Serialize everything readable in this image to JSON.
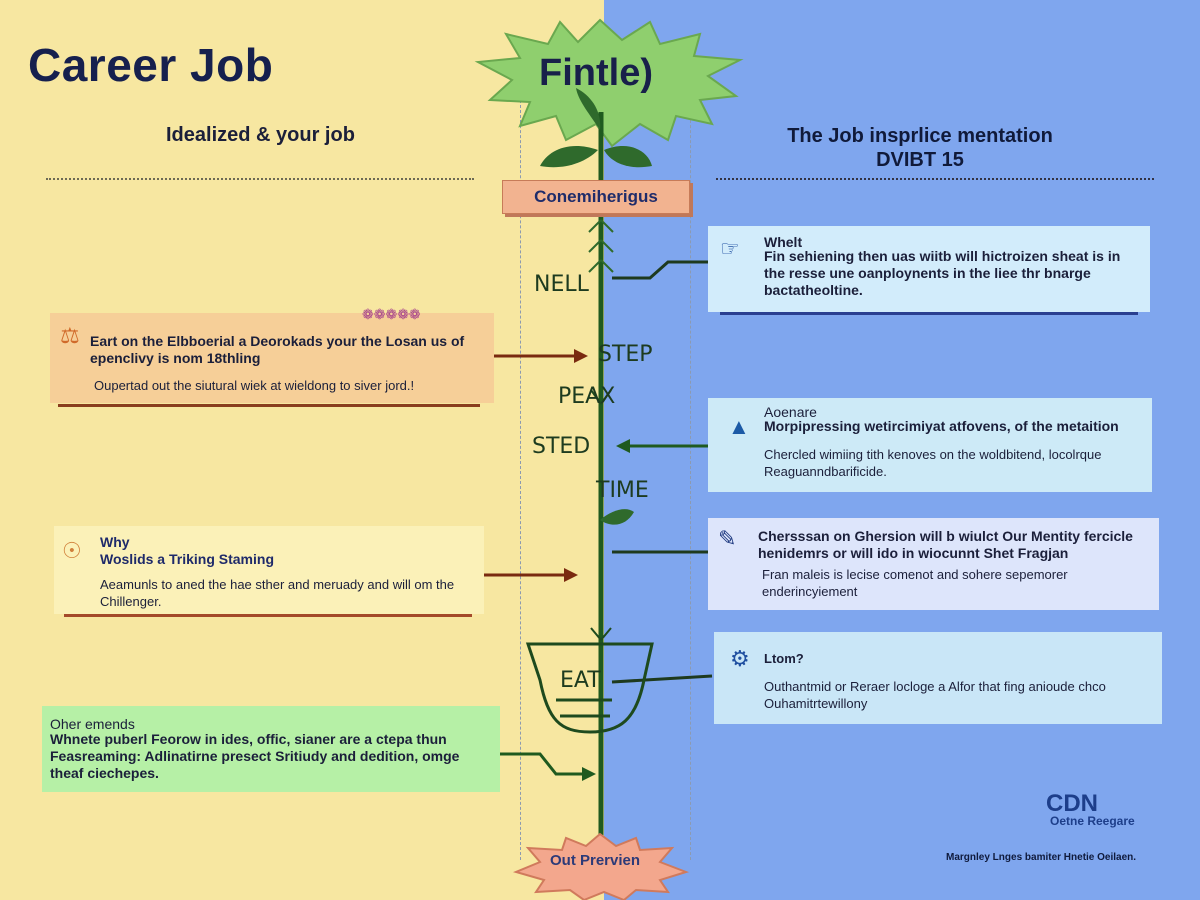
{
  "header": {
    "title": "Career Job",
    "burst_label": "Fintle)",
    "subtitle_left": "Idealized & your job",
    "subtitle_right_line1": "The Job insprlice mentation",
    "subtitle_right_line2": "DVIBT 15",
    "tag": "Conemiherigus"
  },
  "timeline": {
    "words": [
      "NELL",
      "STEP",
      "PEAX",
      "STED",
      "TIME",
      "EAT"
    ]
  },
  "left_cards": [
    {
      "icon": "figure-icon",
      "heading": "Eart on the Elbboerial a Deorokads your the Losan us of epenclivy is nom 18thling",
      "body": "Oupertad out the siutural wiek at wieldong to siver jord.!"
    },
    {
      "icon": "badge-icon",
      "heading": "Why\nWoslids a Triking Staming",
      "body": "Aeamunls to aned the hae sther and meruady and will om the Chillenger."
    },
    {
      "heading": "Oher emends",
      "body": "Whnete puberl Feorow in ides, offic, sianer are a ctepa thun Feasreaming: Adlinatirne presect Sritiudy and dedition, omge theaf ciechepes."
    }
  ],
  "right_cards": [
    {
      "icon": "hand-icon",
      "heading": "Whelt",
      "body": "Fin sehiening then uas wiitb will hictroizen sheat is in the resse une oanploynents in the liee thr bnarge bactatheoltine."
    },
    {
      "icon": "fin-icon",
      "heading": "Aoenare",
      "subheading": "Morpipressing wetircimiyat atfovens, of the metaition",
      "body": "Chercled wimiing tith kenoves on the woldbitend, locolrque Reaguanndbarificide."
    },
    {
      "icon": "pen-icon",
      "heading": "Chersssan on Ghersion will b wiulct Our Mentity fercicle henidemrs or will ido in wiocunnt Shet Fragjan",
      "body": "Fran maleis is lecise comenot and sohere sepemorer enderincyiement"
    },
    {
      "icon": "camera-icon",
      "heading": "Ltom?",
      "body": "Outhantmid or Reraer locloge a Alfor that fing anioude chco Ouhamitrtewillony"
    }
  ],
  "footer": {
    "bottom_label": "Out Prervien",
    "logo": "CDN",
    "logo_sub": "Oetne Reegare",
    "note": "Margnley Lnges bamiter Hnetie Oeilaen."
  },
  "colors": {
    "left_bg": "#f7e7a1",
    "right_bg": "#7fa6ee",
    "timeline_green": "#1f5a1f",
    "burst_green": "#8fcf6e",
    "arrow_brown": "#7a2a10"
  }
}
